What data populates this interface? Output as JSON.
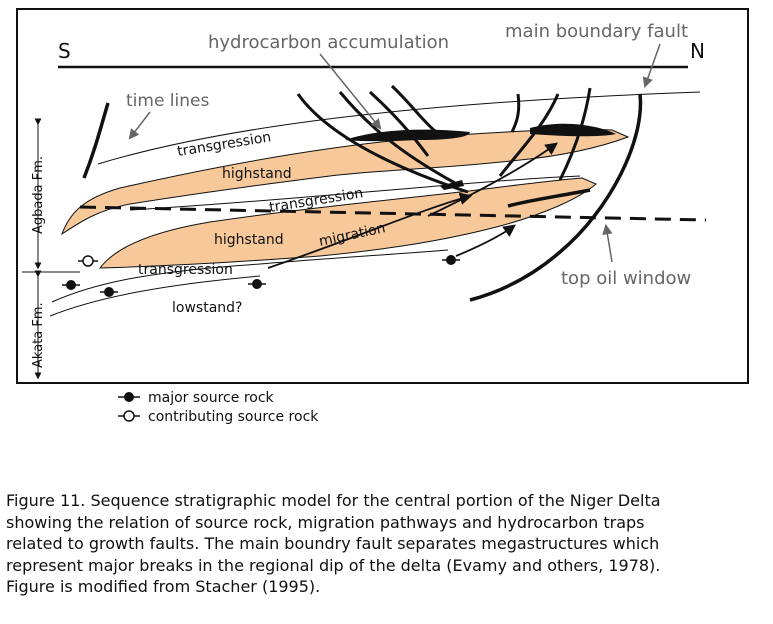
{
  "diagram": {
    "direction_left": "S",
    "direction_right": "N",
    "labels": {
      "hydrocarbon_accumulation": "hydrocarbon accumulation",
      "main_boundary_fault": "main boundary fault",
      "time_lines": "time lines",
      "transgression_upper": "transgression",
      "highstand_upper": "highstand",
      "transgression_middle": "transgression",
      "highstand_lower": "highstand",
      "migration": "migration",
      "transgression_lower": "transgression",
      "lowstand": "lowstand?",
      "top_oil_window": "top oil window",
      "agbada_fm": "Agbada Fm.",
      "akata_fm": "Akata Fm."
    },
    "legend": {
      "major": "major source rock",
      "contributing": "contributing source rock"
    },
    "colors": {
      "sand": "#f6c89a",
      "hydrocarbon": "#111111",
      "line": "#111111",
      "label_gray": "#666666"
    }
  },
  "caption": {
    "line1": "Figure 11.  Sequence stratigraphic model for the central portion of the Niger Delta",
    "line2": "showing the relation of source rock, migration pathways and hydrocarbon traps",
    "line3": "related to growth faults. The main boundry fault separates megastructures which",
    "line4": "represent major breaks in the regional dip of the delta (Evamy and others, 1978).",
    "line5": "Figure is modified from Stacher (1995)."
  }
}
